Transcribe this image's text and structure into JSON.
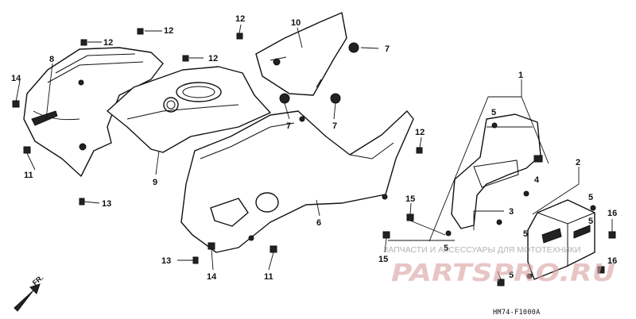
{
  "callouts": [
    {
      "id": "c1",
      "label": "1"
    },
    {
      "id": "c2",
      "label": "2"
    },
    {
      "id": "c3",
      "label": "3"
    },
    {
      "id": "c4",
      "label": "4"
    },
    {
      "id": "c5a",
      "label": "5"
    },
    {
      "id": "c5b",
      "label": "5"
    },
    {
      "id": "c5c",
      "label": "5"
    },
    {
      "id": "c5d",
      "label": "5"
    },
    {
      "id": "c5e",
      "label": "5"
    },
    {
      "id": "c5f",
      "label": "5"
    },
    {
      "id": "c6",
      "label": "6"
    },
    {
      "id": "c7a",
      "label": "7"
    },
    {
      "id": "c7b",
      "label": "7"
    },
    {
      "id": "c7c",
      "label": "7"
    },
    {
      "id": "c8",
      "label": "8"
    },
    {
      "id": "c9",
      "label": "9"
    },
    {
      "id": "c10",
      "label": "10"
    },
    {
      "id": "c11a",
      "label": "11"
    },
    {
      "id": "c11b",
      "label": "11"
    },
    {
      "id": "c12a",
      "label": "12"
    },
    {
      "id": "c12b",
      "label": "12"
    },
    {
      "id": "c12c",
      "label": "12"
    },
    {
      "id": "c12d",
      "label": "12"
    },
    {
      "id": "c12e",
      "label": "12"
    },
    {
      "id": "c13a",
      "label": "13"
    },
    {
      "id": "c13b",
      "label": "13"
    },
    {
      "id": "c14a",
      "label": "14"
    },
    {
      "id": "c14b",
      "label": "14"
    },
    {
      "id": "c15a",
      "label": "15"
    },
    {
      "id": "c15b",
      "label": "15"
    },
    {
      "id": "c16a",
      "label": "16"
    },
    {
      "id": "c16b",
      "label": "16"
    }
  ],
  "direction_label": "FR.",
  "diagram_code": "HM74-F1000A",
  "watermark": {
    "subtitle": "ЗАПЧАСТИ И АКСЕССУАРЫ ДЛЯ МОТОТЕХНИКИ",
    "logo_text": "PARTSPRO.RU"
  }
}
